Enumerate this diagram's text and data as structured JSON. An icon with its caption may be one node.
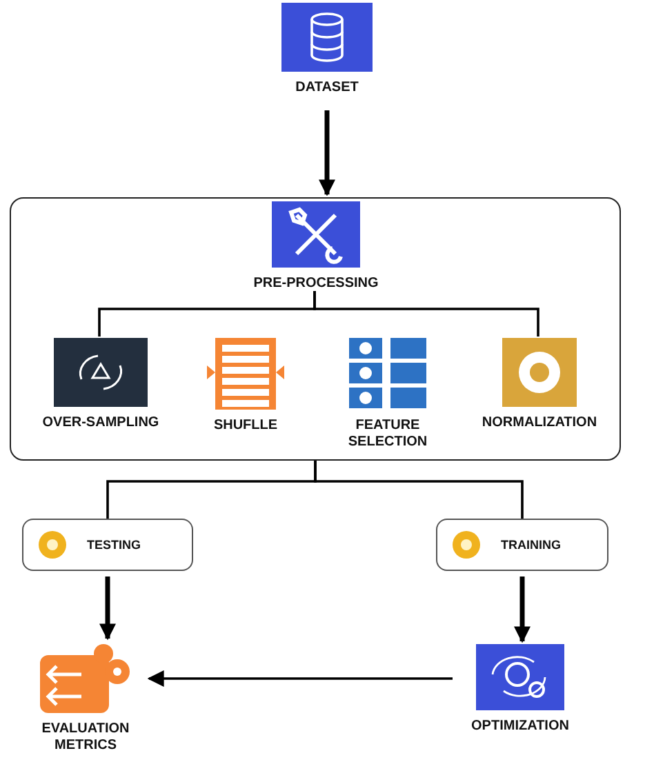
{
  "diagram": {
    "nodes": [
      {
        "text": [
          "DATASET"
        ]
      },
      {
        "text": [],
        "shape": "box"
      },
      {
        "text": [
          "PRE-PROCESSING"
        ],
        "in": 1
      },
      {
        "text": [
          "OVER-SAMPLING"
        ],
        "in": 1
      },
      {
        "text": [
          "SHUFLLE"
        ],
        "in": 1
      },
      {
        "text": [
          "FEATURE SELECTION"
        ],
        "in": 1
      },
      {
        "text": [
          "NORMALIZATION"
        ],
        "in": 1
      },
      {
        "text": [
          "TESTING"
        ]
      },
      {
        "text": [
          "TRAINING"
        ]
      },
      {
        "text": [
          "EVALUATION METRICS"
        ]
      },
      {
        "text": [
          "OPTIMIZATION"
        ]
      }
    ],
    "edges": [
      {
        "from": 0,
        "to": 1,
        "arrow": "to",
        "style": "thick"
      },
      {
        "from": 2,
        "to": 3,
        "arrow": "none"
      },
      {
        "from": 2,
        "to": 6,
        "arrow": "none"
      },
      {
        "from": 1,
        "to": 7,
        "arrow": "none"
      },
      {
        "from": 1,
        "to": 8,
        "arrow": "none"
      },
      {
        "from": 7,
        "to": 9,
        "arrow": "to",
        "style": "thick"
      },
      {
        "from": 8,
        "to": 10,
        "arrow": "to",
        "style": "thick"
      },
      {
        "from": 10,
        "to": 9,
        "arrow": "to"
      }
    ]
  }
}
